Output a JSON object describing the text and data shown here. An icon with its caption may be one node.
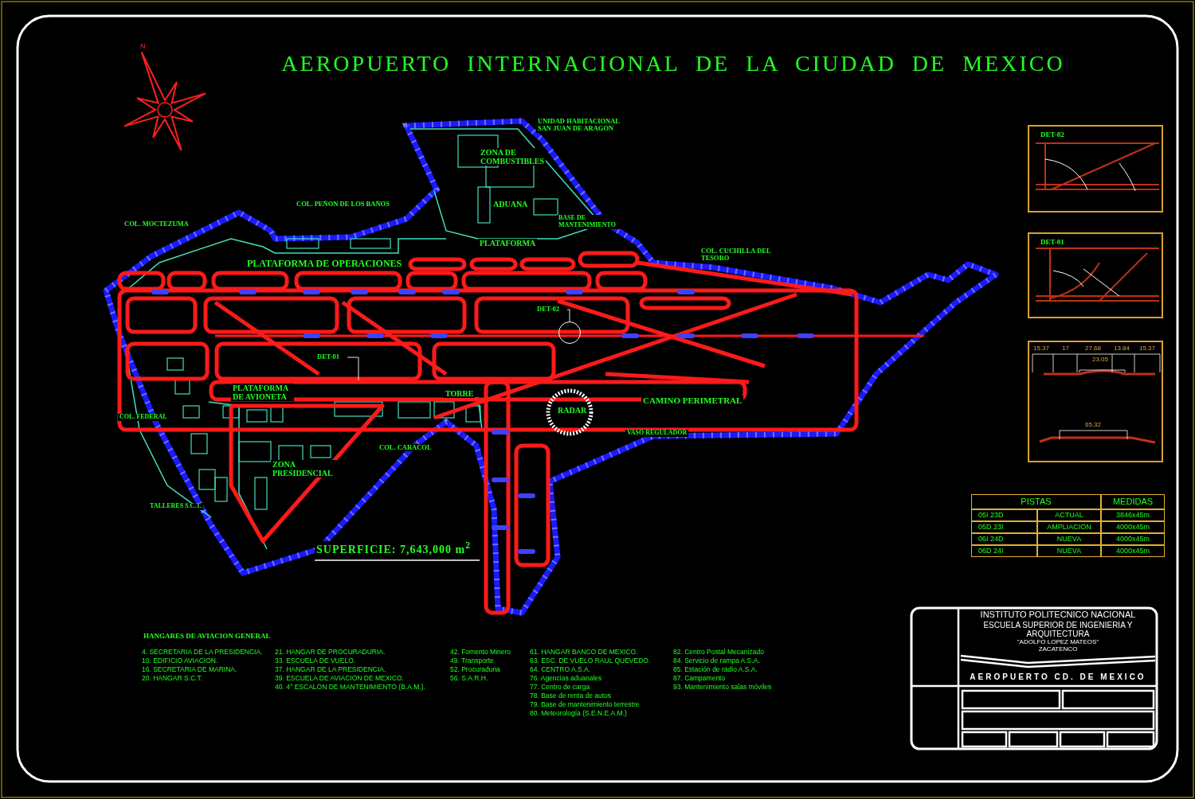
{
  "diagram": {
    "title": "AEROPUERTO INTERNACIONAL DE LA CIUDAD DE MEXICO",
    "nodes": [
      {
        "text": [
          "DET-02"
        ]
      },
      {
        "text": [
          "DET-01"
        ]
      },
      {
        "text": [],
        "shape": "box"
      },
      {
        "text": [
          "DET-02"
        ]
      },
      {
        "text": [],
        "shape": "circle"
      },
      {
        "text": [
          "DET-01"
        ]
      }
    ],
    "edges": [
      {
        "from": 3,
        "to": 4,
        "arrow": "none"
      },
      {
        "from": 5,
        "to": null,
        "arrow": "none"
      }
    ],
    "labels": [
      "N",
      "UNIDAD HABITACIONAL SAN JUAN DE ARAGON",
      "ZONA DE COMBUSTIBLES",
      "COL. MOCTEZUMA",
      "COL. PEÑON DE LOS BAÑOS",
      "ADUANA",
      "BASE DE MANTENIMIENTO",
      "PLATAFORMA",
      "COL. CUCHILLA DEL TESORO",
      "PLATAFORMA DE OPERACIONES",
      "PLATAFORMA DE AVIONETA",
      "TORRE",
      "CAMINO PERIMETRAL",
      "RADAR",
      "COL. FEDERAL",
      "VASO REGULADOR",
      "COL. CARACOL",
      "ZONA PRESIDENCIAL",
      "TALLERES S.C.T.",
      "SUPERFICIE:  7,643,000  m$^{2}$",
      "15.37",
      "17",
      "27.68",
      "13.84",
      "15.37",
      "23.05",
      "65.32",
      "PISTAS",
      "MEDIDAS",
      "05I 23D",
      "ACTUAL",
      "3846x45m",
      "05D 23I",
      "AMPLIACION",
      "4000x45m",
      "06I 24D",
      "NUEVA",
      "4000x45m",
      "06D 24I",
      "NUEVA",
      "4000x45m",
      "HANGARES DE AVIACION GENERAL",
      "4. SECRETARIA DE LA PRESIDENCIA.",
      "10. EDIFICIO AVIACION.",
      "16. SECRETARIA DE MARINA.",
      "20. HANGAR S.C.T.",
      "21. HANGAR DE PROCURADURIA.",
      "33. ESCUELA DE VUELO.",
      "37. HANGAR DE LA PRESIDENCIA.",
      "39. ESCUELA DE AVIACION DE MEXICO.",
      "40. 4° ESCALON DE MANTENIMIENTO (B.A.M.).",
      "42. Fomento Minero",
      "49. Transporte",
      "52. Procuraduria",
      "56. S.A.R.H.",
      "61. HANGAR BANCO DE MEXICO.",
      "63. ESC. DE VUELO RAUL QUEVEDO.",
      "64. CENTRO A.S.A.",
      "76. Agencias aduanales",
      "77. Centro de carga",
      "78. Base de renta de autos",
      "79. Base de mantenimiento terrestre",
      "80. Meteorología (S.E.N.E.A.M.)",
      "82. Centro Postal Mecanizado",
      "84. Servicio de rampa A.S.A.",
      "85. Estación de radio A.S.A.",
      "87. Campamento",
      "93. Mantenimiento salas móviles",
      "INSTITUTO POLITECNICO NACIONAL",
      "ESCUELA SUPERIOR DE INGENIERIA Y ARQUITECTURA",
      "\"ADOLFO LOPEZ MATEOS\"",
      "ZACATENCO",
      "AEROPUERTO CD. DE MEXICO"
    ]
  }
}
